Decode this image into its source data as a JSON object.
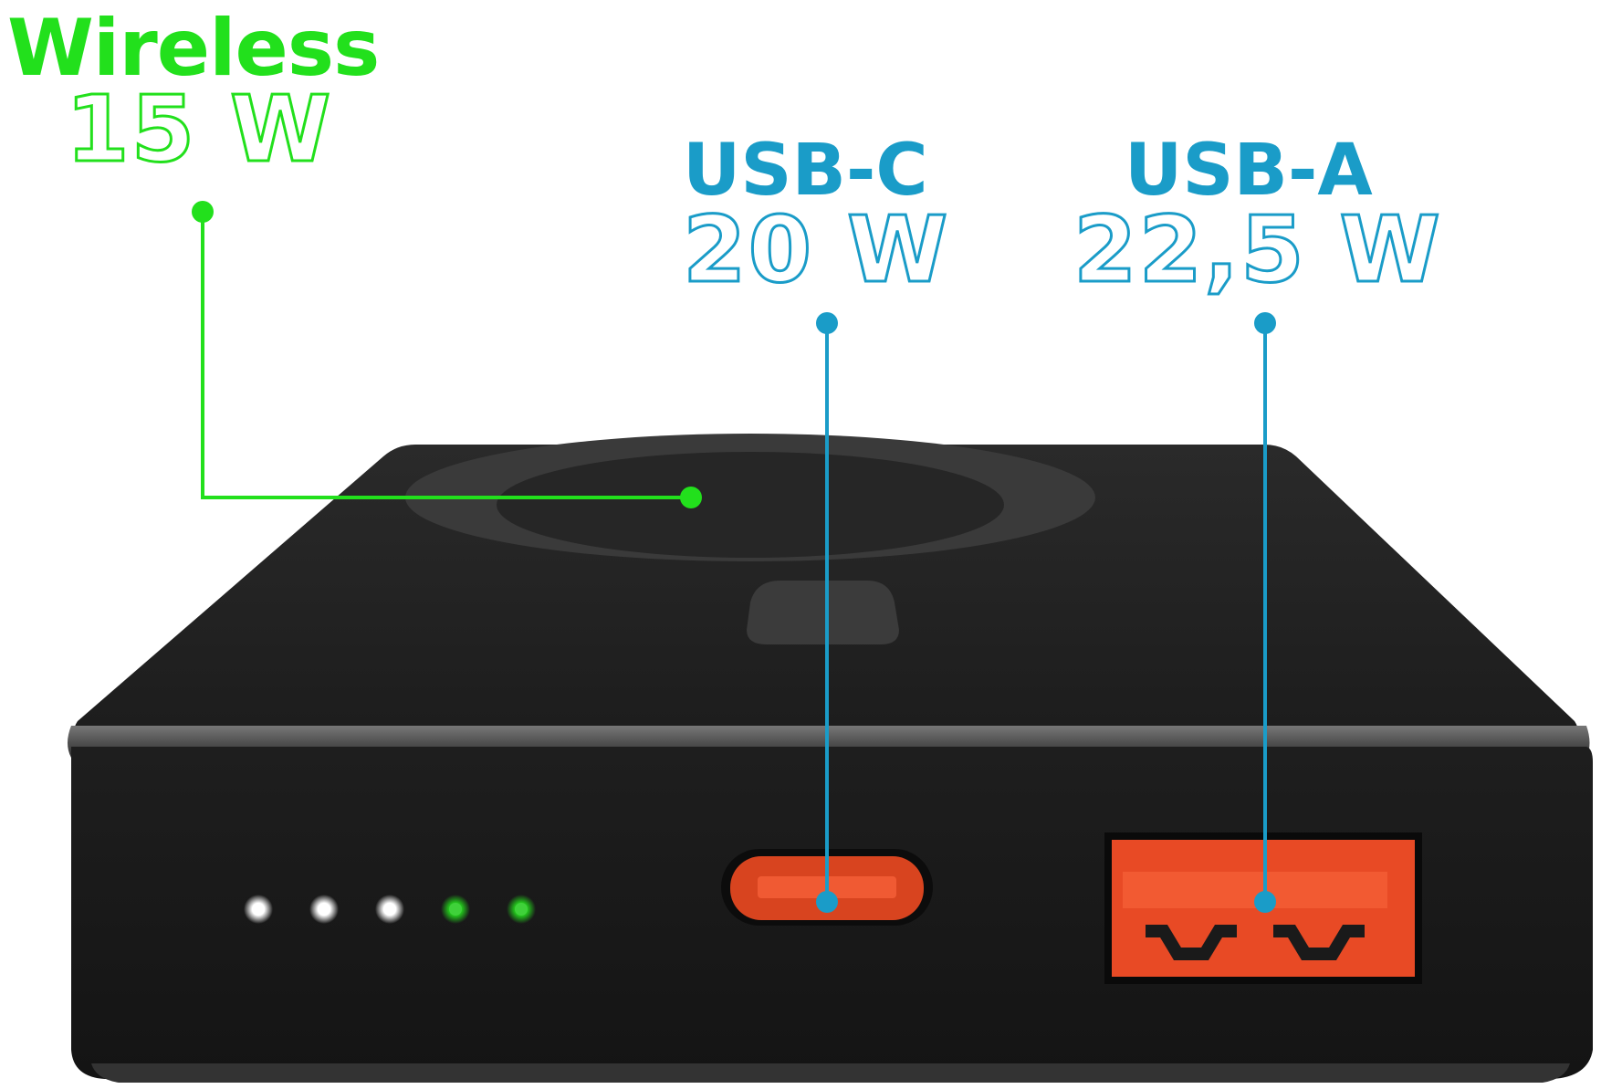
{
  "colors": {
    "wireless_green": "#22e01c",
    "usb_blue": "#1a9cc8",
    "port_orange": "#e84a25",
    "body_dark": "#1f1f1f",
    "led_white": "#ffffff",
    "led_green": "#3fd13a"
  },
  "callouts": {
    "wireless": {
      "title": "Wireless",
      "watt": "15 W"
    },
    "usb_c": {
      "title": "USB-C",
      "watt": "20 W"
    },
    "usb_a": {
      "title": "USB-A",
      "watt": "22,5 W"
    }
  },
  "indicator_leds": [
    "white",
    "white",
    "white",
    "green",
    "green"
  ]
}
